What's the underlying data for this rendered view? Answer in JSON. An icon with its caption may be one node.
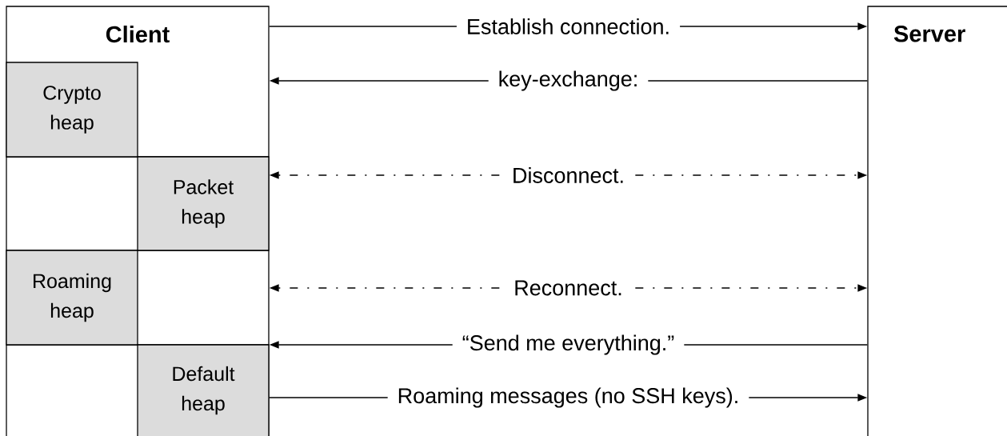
{
  "diagram": {
    "nodes": [
      {
        "text": [
          "Client"
        ]
      },
      {
        "text": [
          "Crypto heap"
        ],
        "in": 0
      },
      {
        "text": [
          "Packet heap"
        ],
        "in": 0
      },
      {
        "text": [
          "Roaming heap"
        ],
        "in": 0
      },
      {
        "text": [
          "Default heap"
        ],
        "in": 0
      },
      {
        "text": [
          "Server"
        ]
      }
    ],
    "edges": [
      {
        "from": 0,
        "to": 5,
        "arrow": "to",
        "label": "Establish connection."
      },
      {
        "from": 5,
        "to": 0,
        "arrow": "to",
        "label": "key-exchange:"
      },
      {
        "from": 2,
        "to": 5,
        "arrow": "both",
        "label": "Disconnect.",
        "style": "dashed"
      },
      {
        "from": 0,
        "to": 5,
        "arrow": "both",
        "label": "Reconnect.",
        "style": "dashed"
      },
      {
        "from": 5,
        "to": 0,
        "arrow": "to",
        "label": "“Send me everything.”"
      },
      {
        "from": 4,
        "to": 5,
        "arrow": "to",
        "label": "Roaming messages (no SSH keys)."
      }
    ]
  }
}
